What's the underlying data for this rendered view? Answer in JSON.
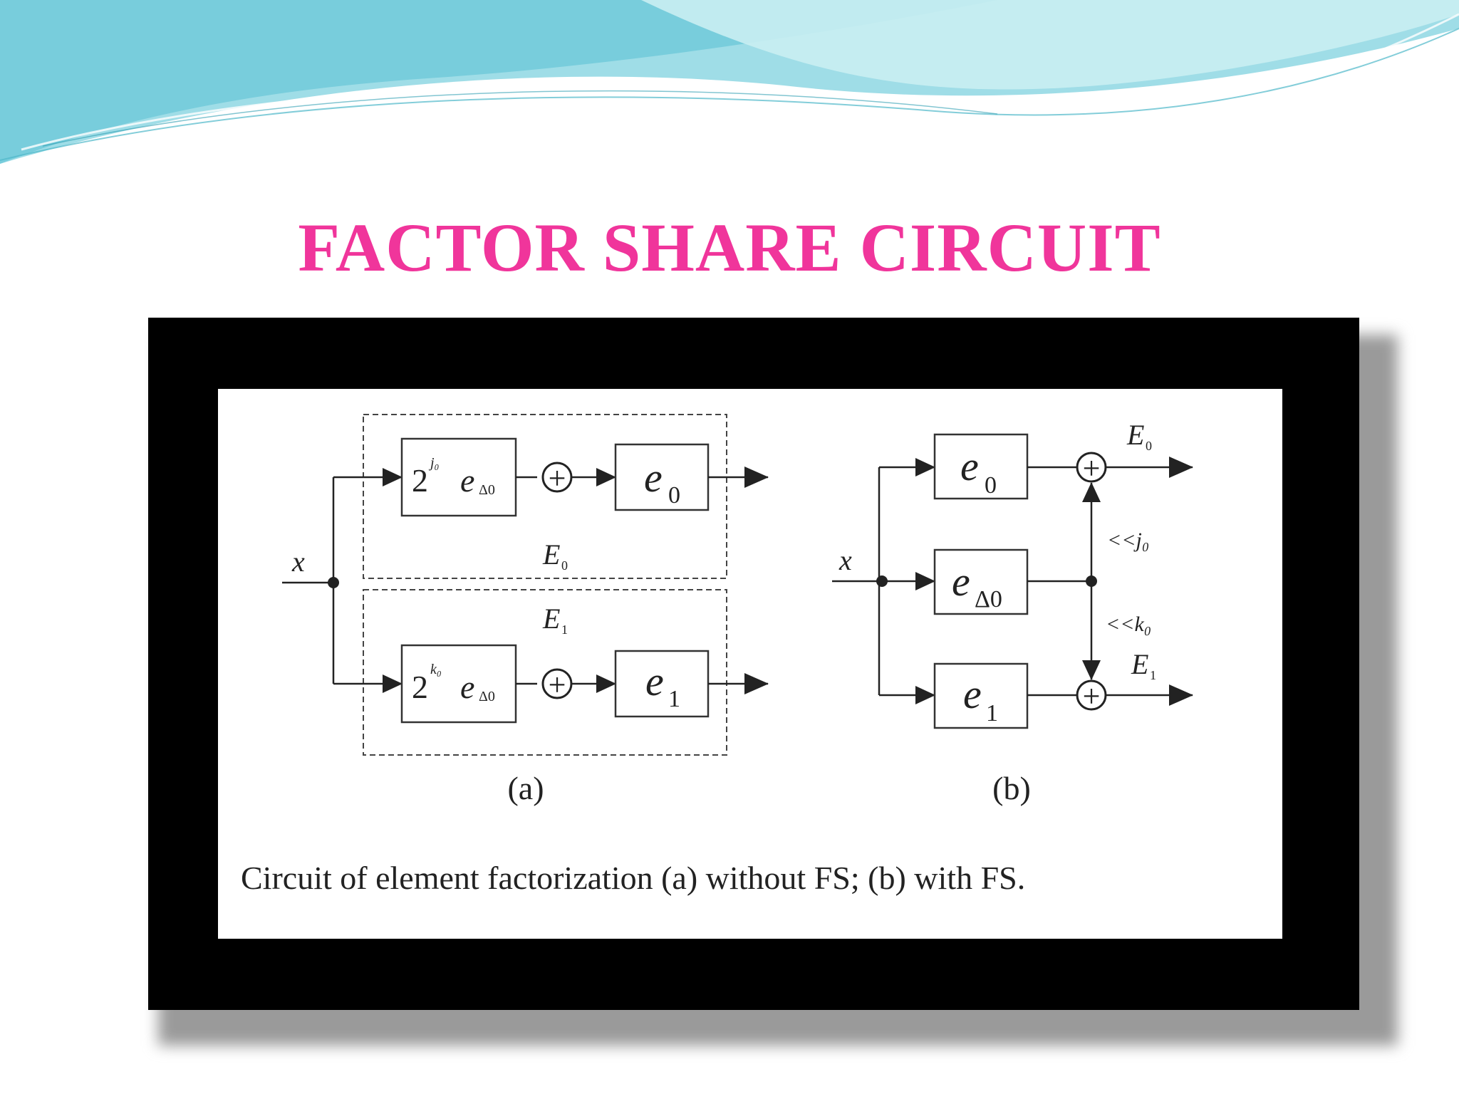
{
  "slide": {
    "title": "FACTOR SHARE CIRCUIT"
  },
  "colors": {
    "title": "#f0359b",
    "frame": "#000000",
    "wave_light": "#bfe9ee",
    "wave_mid": "#8fd3df",
    "wave_dark": "#62c7d8"
  },
  "diagram": {
    "a": {
      "input": "x",
      "top_shift_base": "2",
      "top_shift_exp": "j₀",
      "top_shift_mult": "e",
      "top_shift_mult_sub": "Δ0",
      "top_block_main": "e",
      "top_block_sub": "0",
      "top_group": "E",
      "top_group_sub": "0",
      "bottom_group": "E",
      "bottom_group_sub": "1",
      "bottom_shift_base": "2",
      "bottom_shift_exp": "k₀",
      "bottom_shift_mult": "e",
      "bottom_shift_mult_sub": "Δ0",
      "bottom_block_main": "e",
      "bottom_block_sub": "1",
      "adder_symbol": "+",
      "label": "(a)"
    },
    "b": {
      "input": "x",
      "block_top_main": "e",
      "block_top_sub": "0",
      "block_mid_main": "e",
      "block_mid_sub": "Δ0",
      "block_bottom_main": "e",
      "block_bottom_sub": "1",
      "out_top": "E",
      "out_top_sub": "0",
      "out_bottom": "E",
      "out_bottom_sub": "1",
      "shift_up": "<<j₀",
      "shift_down": "<<k₀",
      "adder_symbol": "+",
      "label": "(b)"
    },
    "caption": "Circuit of element factorization (a) without FS; (b) with FS."
  }
}
